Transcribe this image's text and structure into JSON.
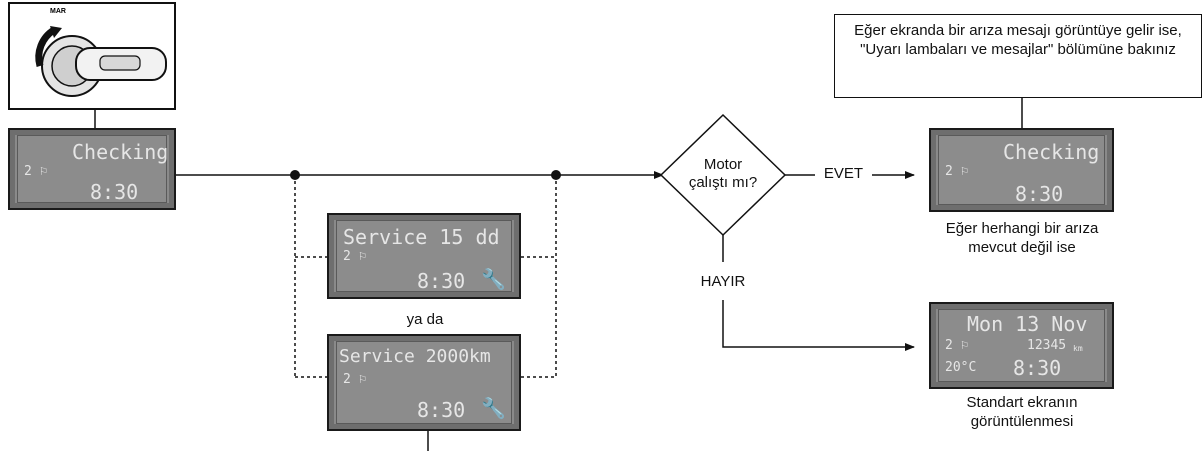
{
  "key_image": {
    "position_label": "MAR"
  },
  "display_checking": {
    "line1": "Checking",
    "line2": "2 ⚐",
    "time": "8:30"
  },
  "display_service_days": {
    "line1": "Service  15 dd",
    "line2": "2 ⚐",
    "time": "8:30"
  },
  "display_service_km": {
    "line1": "Service 2000km",
    "line2": "2 ⚐",
    "time": "8:30"
  },
  "display_checking_ok": {
    "line1": "Checking",
    "line2": "2 ⚐",
    "time": "8:30"
  },
  "display_standard": {
    "line1": "Mon 13 Nov",
    "line2": "2 ⚐",
    "odometer": "12345",
    "odometer_unit": "km",
    "temp": "20°C",
    "time": "8:30"
  },
  "labels": {
    "or": "ya da",
    "decision_line1": "Motor",
    "decision_line2": "çalıştı mı?",
    "yes": "EVET",
    "no": "HAYIR",
    "fault_note": "Eğer ekranda bir arıza mesajı görüntüye gelir ise, \"Uyarı lambaları ve mesajlar\" bölümüne bakınız",
    "no_fault_line1": "Eğer herhangi bir arıza",
    "no_fault_line2": "mevcut değil ise",
    "standard_line1": "Standart ekranın",
    "standard_line2": "görüntülenmesi"
  }
}
